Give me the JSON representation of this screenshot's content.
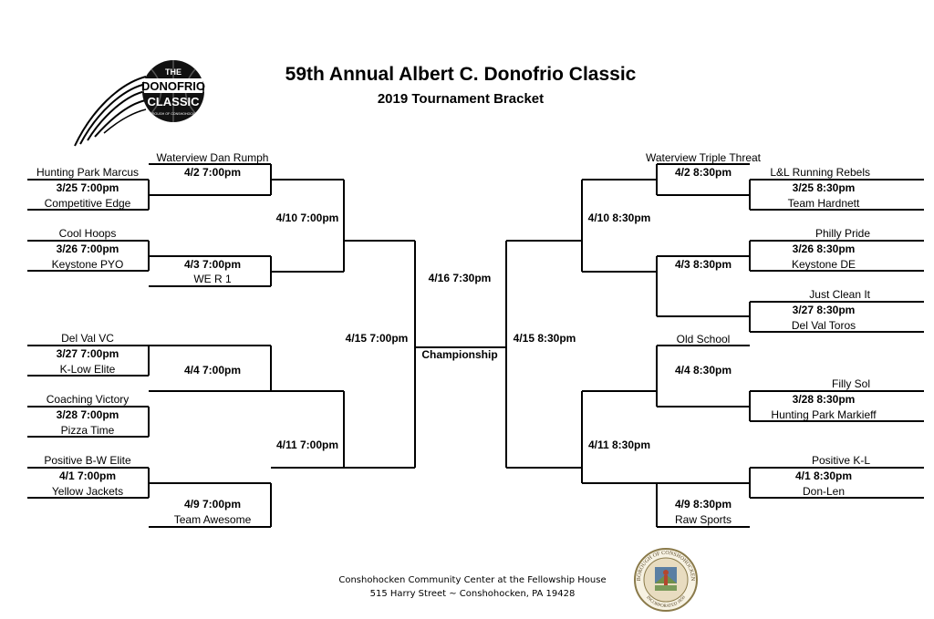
{
  "title": "59th Annual Albert C. Donofrio Classic",
  "subtitle": "2019 Tournament Bracket",
  "logo": {
    "line1": "THE",
    "line2": "DONOFRIO",
    "line3": "CLASSIC",
    "tagline": "BOROUGH OF CONSHOHOCKEN"
  },
  "footer": {
    "line1": "Conshohocken Community Center at the Fellowship House",
    "line2": "515 Harry Street ~ Conshohocken, PA 19428"
  },
  "seal": {
    "text": "BOROUGH OF CONSHOHOCKEN",
    "year": "INCORPORATED 1850"
  },
  "left": {
    "round1": [
      {
        "top": "Hunting Park Marcus",
        "time": "3/25  7:00pm",
        "bottom": "Competitive Edge"
      },
      {
        "top": "Cool Hoops",
        "time": "3/26  7:00pm",
        "bottom": "Keystone PYO"
      },
      {
        "top": "Del Val VC",
        "time": "3/27  7:00pm",
        "bottom": "K-Low Elite"
      },
      {
        "top": "Coaching Victory",
        "time": "3/28 7:00pm",
        "bottom": "Pizza Time"
      },
      {
        "top": "Positive B-W Elite",
        "time": "4/1  7:00pm",
        "bottom": "Yellow Jackets"
      }
    ],
    "round2": [
      {
        "top": "Waterview Dan Rumph",
        "time": "4/2  7:00pm"
      },
      {
        "time": "4/3  7:00pm",
        "bottom": "WE R 1"
      },
      {
        "time": "4/4 7:00pm"
      },
      {
        "time": "4/9  7:00pm",
        "bottom": "Team Awesome"
      }
    ],
    "round3": [
      "4/10  7:00pm",
      "4/11  7:00pm"
    ],
    "semi": "4/15  7:00pm"
  },
  "right": {
    "round1": [
      {
        "top": "L&L Running Rebels",
        "time": "3/25  8:30pm",
        "bottom": "Team Hardnett"
      },
      {
        "top": "Philly Pride",
        "time": "3/26  8:30pm",
        "bottom": "Keystone DE"
      },
      {
        "top": "Just Clean It",
        "time": "3/27  8:30pm",
        "bottom": "Del Val Toros"
      },
      {
        "top": "Filly Sol",
        "time": "3/28  8:30pm",
        "bottom": "Hunting Park Markieff"
      },
      {
        "top": "Positive K-L",
        "time": "4/1  8:30pm",
        "bottom": "Don-Len"
      }
    ],
    "round2": [
      {
        "top": "Waterview Triple Threat",
        "time": "4/2  8:30pm"
      },
      {
        "time": "4/3  8:30pm"
      },
      {
        "top": "Old School",
        "time": "4/4  8:30pm"
      },
      {
        "time": "4/9  8:30pm",
        "bottom": "Raw Sports"
      }
    ],
    "round3": [
      "4/10  8:30pm",
      "4/11  8:30pm"
    ],
    "semi": "4/15  8:30pm"
  },
  "final": {
    "time": "4/16  7:30pm",
    "label": "Championship"
  }
}
